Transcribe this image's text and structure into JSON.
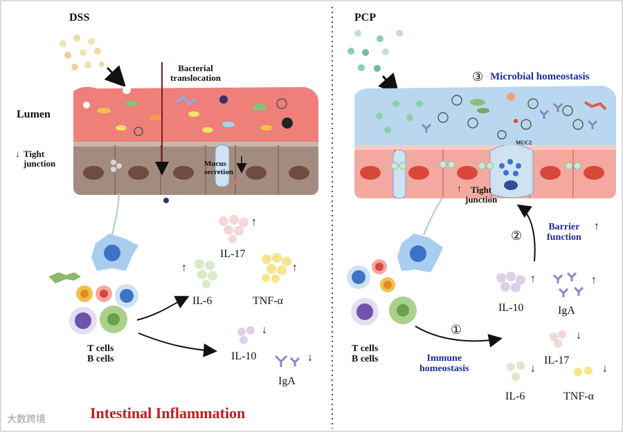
{
  "left_panel": {
    "title": "DSS",
    "lumen": "Lumen",
    "tight_junction_arrow": "↓",
    "tight_junction": "Tight\njunction",
    "bacterial_translocation": "Bacterial\ntranslocation",
    "mucus_secretion": "Mucus\nsecretion",
    "mucus_arrow": "↓",
    "cells": "T cells\nB cells",
    "il17": "IL-17",
    "il6": "IL-6",
    "tnf": "TNF-α",
    "il10": "IL-10",
    "iga": "IgA",
    "up_arrow": "↑",
    "down_arrow": "↓",
    "conclusion": "Intestinal Inflammation"
  },
  "right_panel": {
    "title": "PCP",
    "microbial_num": "③",
    "microbial": "Microbial homeostasis",
    "muc2": "MUC2",
    "tight_junction": "Tight\njunction",
    "barrier_num": "②",
    "barrier": "Barrier\nfunction",
    "il10": "IL-10",
    "iga": "IgA",
    "immune_num": "①",
    "immune": "Immune\nhomeostasis",
    "il17": "IL-17",
    "il6": "IL-6",
    "tnf": "TNF-α",
    "cells": "T cells\nB cells",
    "up_arrow": "↑",
    "down_arrow": "↓"
  },
  "watermark": "大数跨境",
  "colors": {
    "lumen_red": "#ee7f79",
    "lumen_blue": "#b9d8ef",
    "cell_brown": "#a48b80",
    "cell_pink": "#f4a9a0",
    "nucleus_brown": "#6e4c41",
    "nucleus_red": "#d9473a",
    "accent_blue": "#1f2aa0",
    "accent_red": "#c41a1a"
  }
}
